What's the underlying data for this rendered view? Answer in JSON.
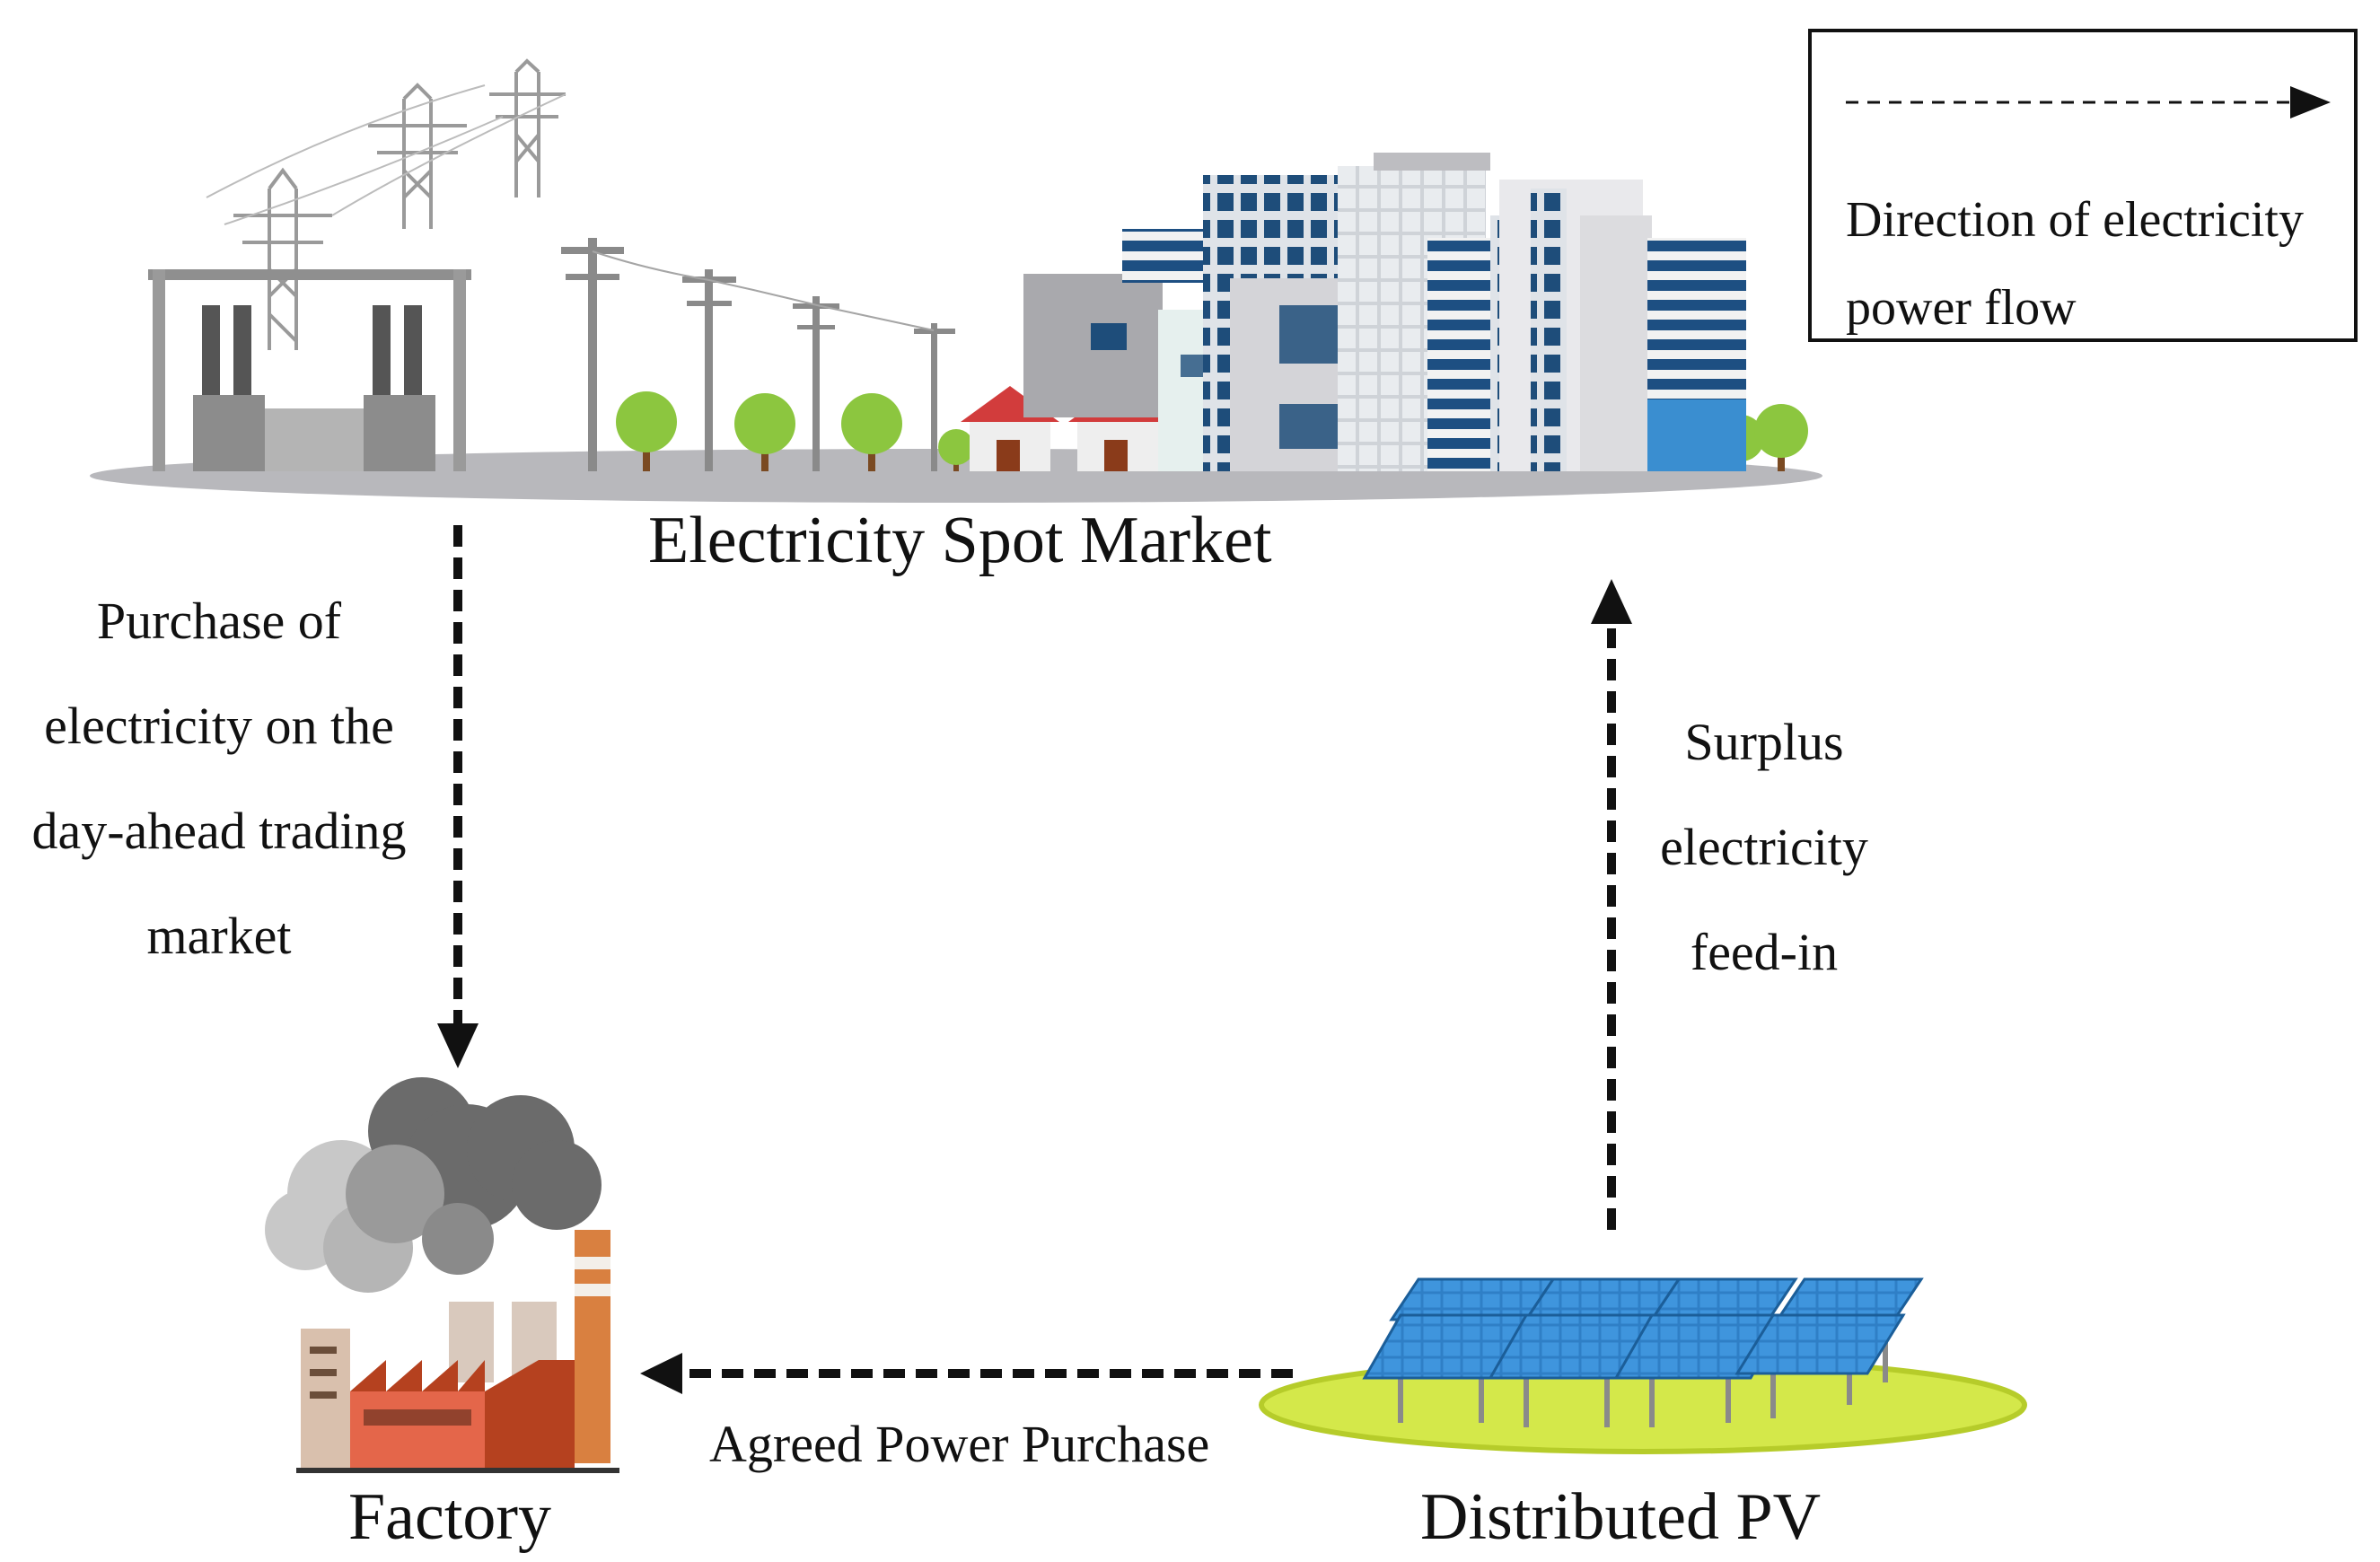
{
  "nodes": {
    "market": {
      "title": "Electricity Spot Market"
    },
    "factory": {
      "title": "Factory"
    },
    "pv": {
      "title": "Distributed PV"
    }
  },
  "flows": {
    "purchase_day_ahead": {
      "lines": [
        "Purchase of",
        "electricity on the",
        "day-ahead trading",
        "market"
      ]
    },
    "surplus_feed_in": {
      "lines": [
        "Surplus",
        "electricity",
        "feed-in"
      ]
    },
    "agreed_purchase": {
      "lines": [
        "Agreed Power Purchase"
      ]
    }
  },
  "legend": {
    "lines": [
      "Direction of electricity",
      "power flow"
    ]
  },
  "colors": {
    "arrow": "#111111",
    "ground": "#b8b8bc",
    "tree_leaf": "#8cc63f",
    "factory_red": "#e4664a",
    "factory_dark": "#b5411f",
    "smoke": "#6b6b6b",
    "solar_panel": "#2f7fc6",
    "grass": "#d4e84a"
  }
}
